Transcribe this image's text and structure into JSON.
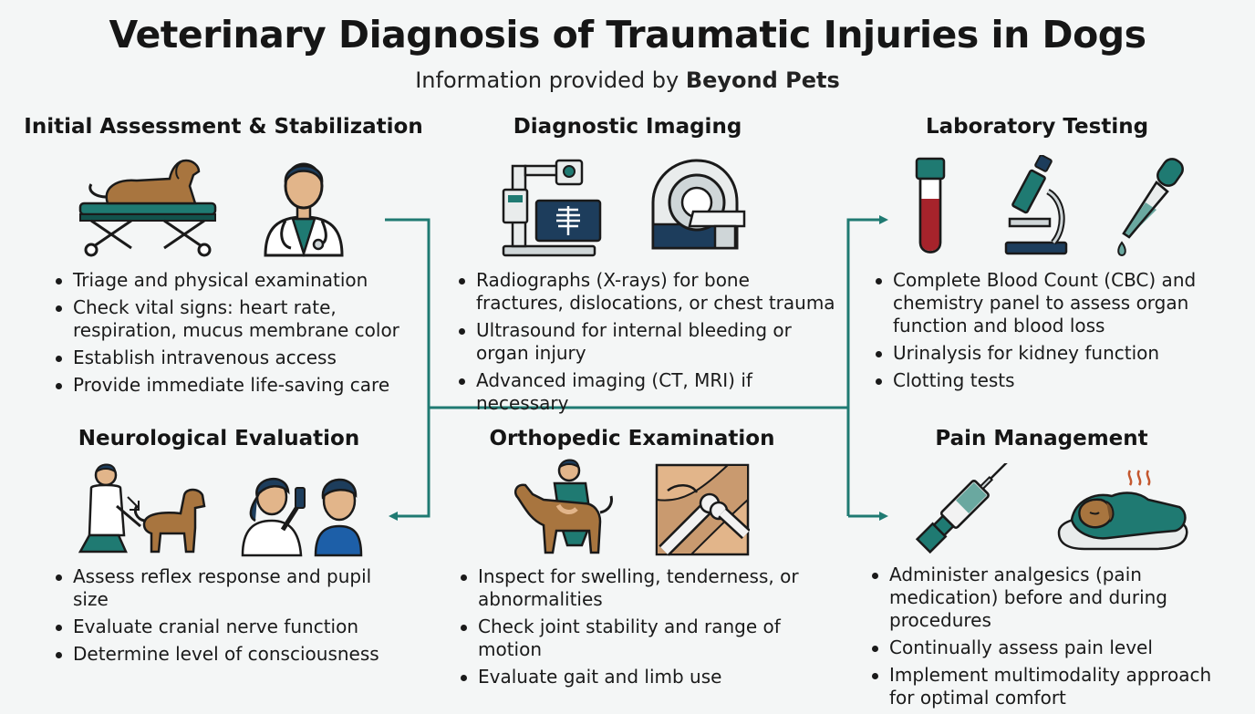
{
  "title": "Veterinary Diagnosis of Traumatic Injuries in Dogs",
  "subtitle": {
    "prefix": "Information provided by ",
    "brand": "Beyond Pets"
  },
  "colors": {
    "teal": "#1f7a72",
    "blood": "#a6232b",
    "navy": "#1d3d5c",
    "dog": "#a8753f"
  },
  "sections": {
    "initial": {
      "title": "Initial Assessment & Stabilization",
      "icons": [
        "dog-on-stretcher-icon",
        "veterinarian-icon"
      ],
      "bullets": [
        "Triage and physical examination",
        "Check vital signs: heart rate, respiration, mucus membrane color",
        "Establish intravenous access",
        "Provide immediate life-saving care"
      ]
    },
    "imaging": {
      "title": "Diagnostic Imaging",
      "icons": [
        "x-ray-machine-icon",
        "ct-scanner-icon"
      ],
      "bullets": [
        "Radiographs (X-rays) for bone fractures, dislocations, or chest trauma",
        "Ultrasound for internal bleeding or organ injury",
        "Advanced imaging (CT, MRI) if necessary"
      ]
    },
    "lab": {
      "title": "Laboratory Testing",
      "icons": [
        "blood-tube-icon",
        "microscope-icon",
        "dropper-icon"
      ],
      "bullets": [
        "Complete Blood Count (CBC) and chemistry panel to assess organ function and blood loss",
        "Urinalysis for kidney function",
        "Clotting tests"
      ]
    },
    "neuro": {
      "title": "Neurological Evaluation",
      "icons": [
        "vet-reflex-test-icon",
        "pupil-exam-icon"
      ],
      "bullets": [
        "Assess reflex response and pupil size",
        "Evaluate cranial nerve function",
        "Determine level of consciousness"
      ]
    },
    "ortho": {
      "title": "Orthopedic Examination",
      "icons": [
        "vet-examining-dog-icon",
        "joint-icon"
      ],
      "bullets": [
        "Inspect for swelling, tenderness, or abnormalities",
        "Check joint stability and range of motion",
        "Evaluate gait and limb use"
      ]
    },
    "pain": {
      "title": "Pain Management",
      "icons": [
        "syringe-icon",
        "resting-dog-icon"
      ],
      "bullets": [
        "Administer analgesics (pain medication) before  and during procedures",
        "Continually assess pain level",
        "Implement multimodality approach for optimal comfort"
      ]
    }
  }
}
